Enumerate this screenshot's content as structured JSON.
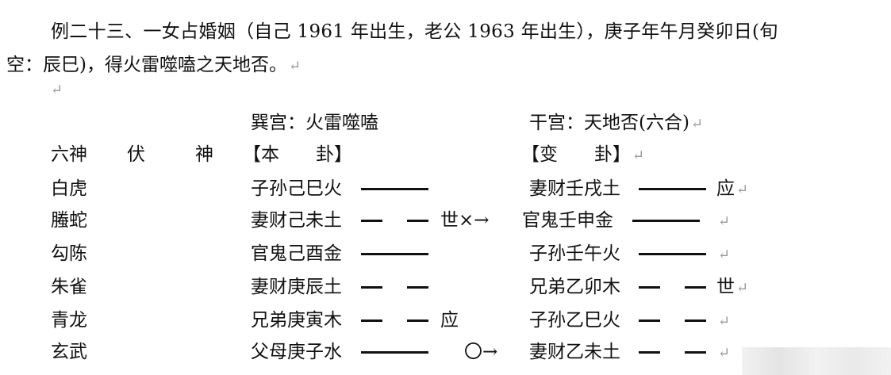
{
  "para": {
    "line1": "例二十三、一女占婚姻（自己 1961 年出生，老公 1963 年出生），庚子年午月癸卯日(旬",
    "line2": "空：辰巳)，得火雷噬嗑之天地否。",
    "return_mark": "↵"
  },
  "headers": {
    "ben_palace": "巽宫：火雷噬嗑",
    "bian_palace": "干宫：天地否(六合)",
    "col_liushen": "六神",
    "col_fushen_1": "伏",
    "col_fushen_2": "神",
    "col_ben": "【本　　卦】",
    "col_bian": "【变　　卦】"
  },
  "rows": [
    {
      "god": "白虎",
      "ben": "子孙己巳火",
      "ben_yao": "yang",
      "ben_mark": "",
      "bian": "妻财壬戌土",
      "bian_yao": "yang",
      "bian_mark": "应"
    },
    {
      "god": "螣蛇",
      "ben": "妻财己未土",
      "ben_yao": "yin",
      "ben_mark": "世×→",
      "bian": "官鬼壬申金",
      "bian_yao": "yang",
      "bian_mark": ""
    },
    {
      "god": "勾陈",
      "ben": "官鬼己酉金",
      "ben_yao": "yang",
      "ben_mark": "",
      "bian": "子孙壬午火",
      "bian_yao": "yang",
      "bian_mark": ""
    },
    {
      "god": "朱雀",
      "ben": "妻财庚辰土",
      "ben_yao": "yin",
      "ben_mark": "",
      "bian": "兄弟乙卯木",
      "bian_yao": "yin",
      "bian_mark": "世"
    },
    {
      "god": "青龙",
      "ben": "兄弟庚寅木",
      "ben_yao": "yin",
      "ben_mark": "应",
      "bian": "子孙乙巳火",
      "bian_yao": "yin",
      "bian_mark": ""
    },
    {
      "god": "玄武",
      "ben": "父母庚子水",
      "ben_yao": "yang",
      "ben_mark": "〇→",
      "bian": "妻财乙未土",
      "bian_yao": "yin",
      "bian_mark": ""
    }
  ]
}
